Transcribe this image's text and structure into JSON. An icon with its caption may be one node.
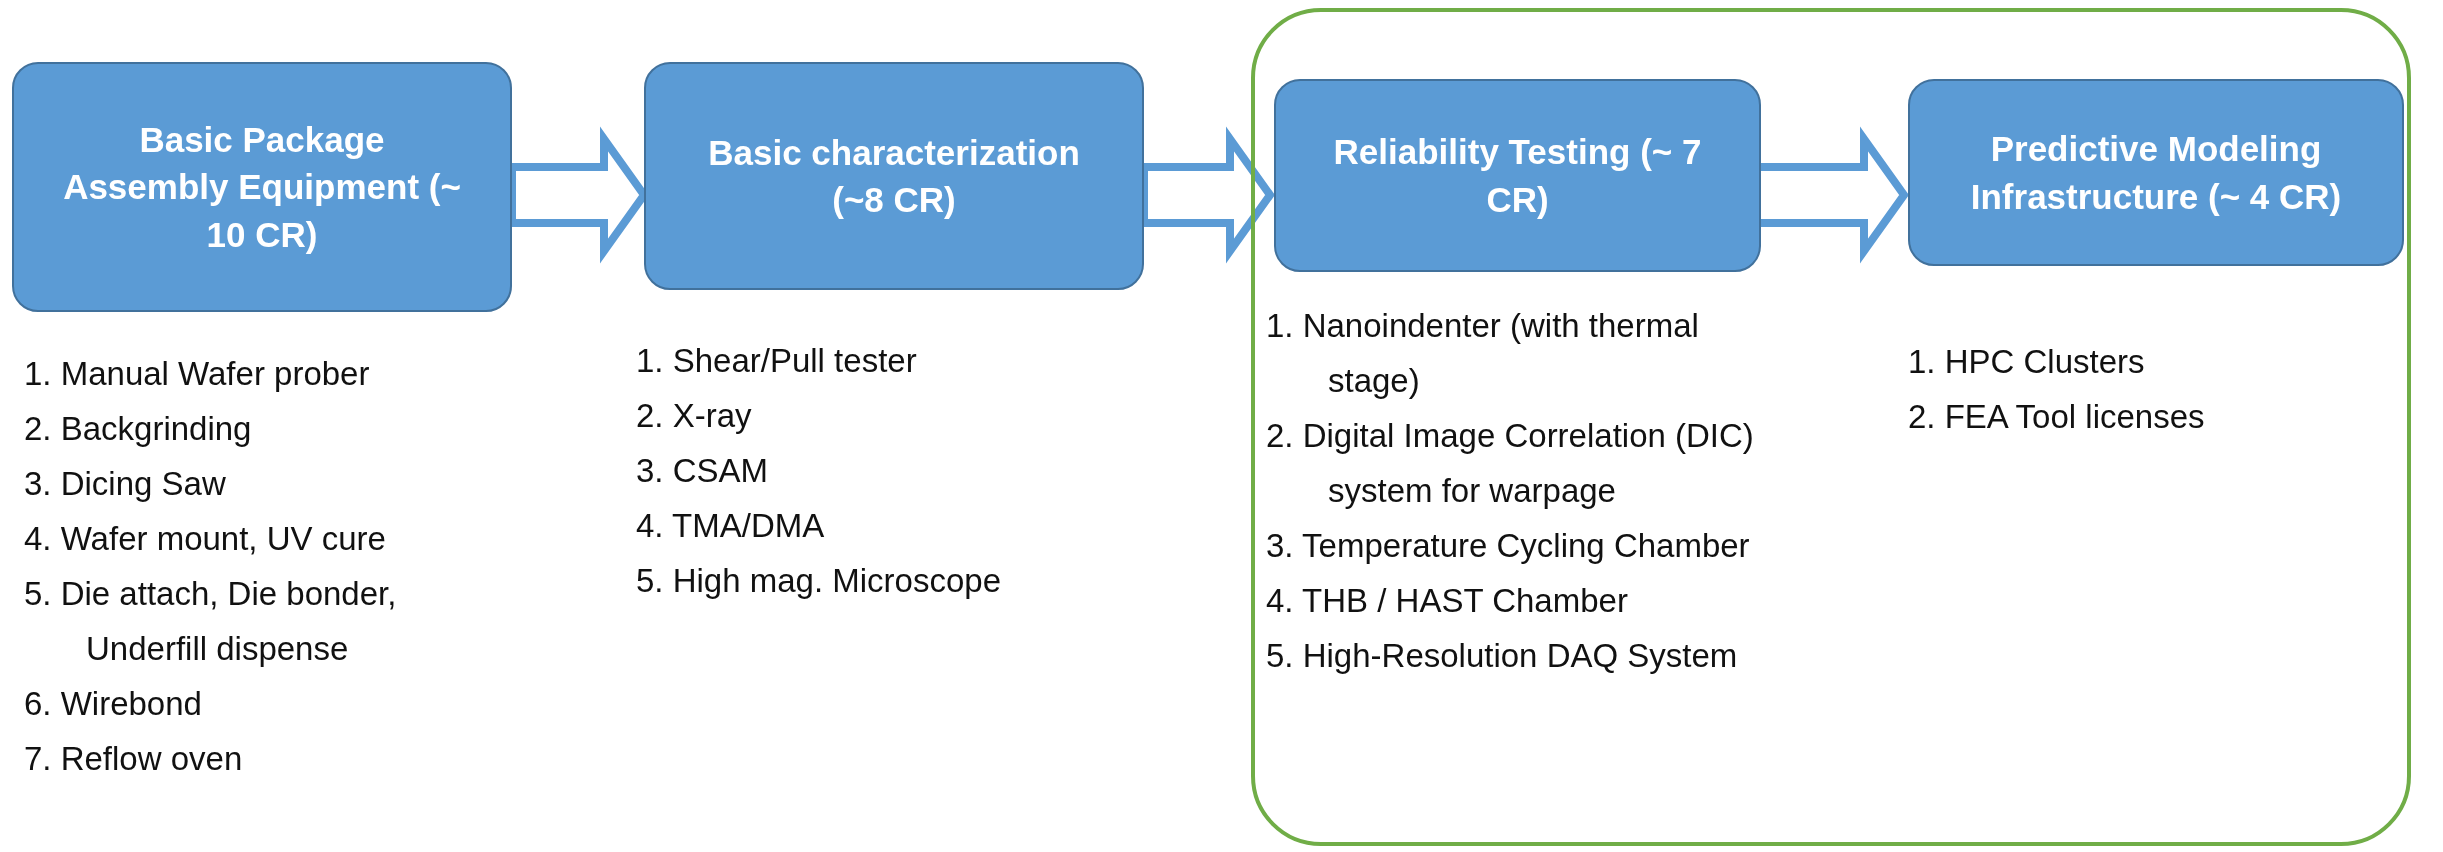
{
  "diagram": {
    "nodes": [
      {
        "text": [
          "Basic Package Assembly Equipment (~ 10 CR)"
        ],
        "beside": [
          "1. Manual Wafer prober",
          "2. Backgrinding",
          "3. Dicing Saw",
          "4. Wafer mount, UV cure",
          "5. Die attach, Die bonder, Underfill dispense",
          "6. Wirebond",
          "7. Reflow oven"
        ]
      },
      {
        "text": [
          "Basic characterization (~8 CR)"
        ],
        "beside": [
          "1. Shear/Pull tester",
          "2. X-ray",
          "3. CSAM",
          "4. TMA/DMA",
          "5. High mag. Microscope"
        ]
      },
      {
        "text": [],
        "shape": "box"
      },
      {
        "text": [
          "Reliability Testing (~ 7 CR)"
        ],
        "in": 2,
        "beside": [
          "1. Nanoindenter (with thermal stage)",
          "2. Digital Image Correlation (DIC) system for warpage",
          "3. Temperature Cycling Chamber",
          "4. THB / HAST Chamber",
          "5. High-Resolution DAQ System"
        ]
      },
      {
        "text": [
          "Predictive Modeling Infrastructure (~ 4 CR)"
        ],
        "in": 2,
        "beside": [
          "1. HPC Clusters",
          "2. FEA Tool licenses"
        ]
      }
    ],
    "edges": [
      {
        "from": 0,
        "to": 1,
        "arrow": "to"
      },
      {
        "from": 1,
        "to": 3,
        "arrow": "to"
      },
      {
        "from": 3,
        "to": 4,
        "arrow": "to"
      }
    ]
  }
}
